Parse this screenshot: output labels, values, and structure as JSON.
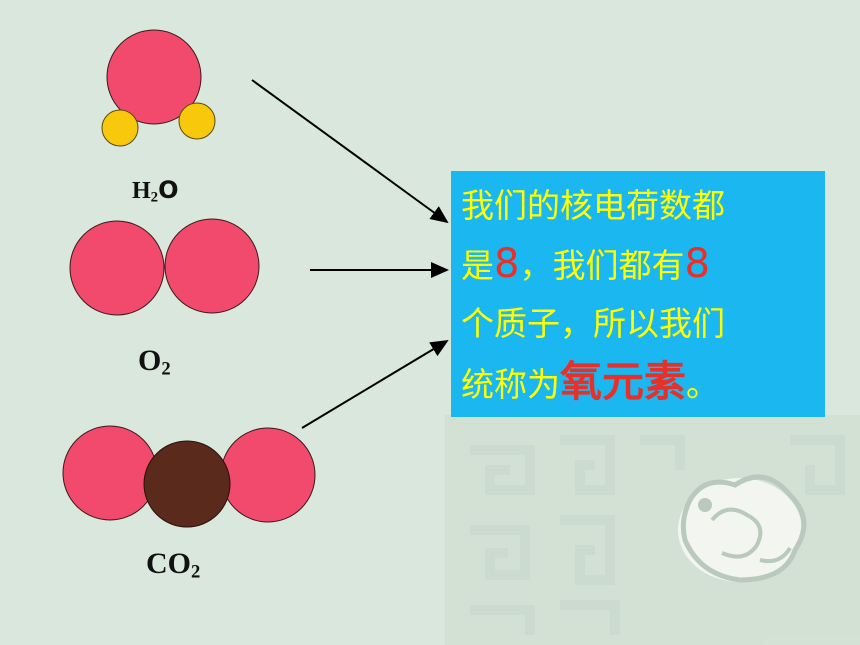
{
  "formulas": {
    "h2o": {
      "base": "H",
      "sub": "2",
      "tail": "O"
    },
    "o2": {
      "base": "O",
      "sub": "2"
    },
    "co2": {
      "base": "CO",
      "sub": "2"
    }
  },
  "text_box": {
    "line1": "我们的核电荷数都",
    "line2_pre": "是",
    "line2_num1": "8",
    "line2_mid": "，我们都有",
    "line2_num2": "8",
    "line3": "个质子，所以我们",
    "line4_pre": "统称为",
    "line4_em": "氧元素",
    "line4_post": "。"
  },
  "colors": {
    "oxygen_atom": "#f24a6c",
    "hydrogen_atom": "#f8c80c",
    "carbon_atom": "#5a2a1c",
    "text_box_bg": "#1ab7f0",
    "text_yellow": "#ffff00",
    "text_red": "#e8302a"
  }
}
